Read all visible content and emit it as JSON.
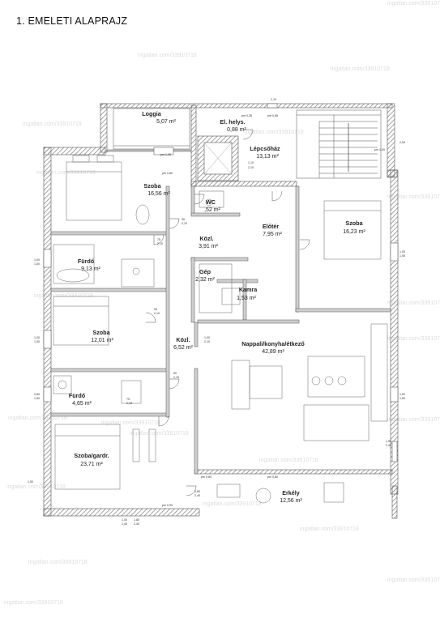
{
  "title": "1. EMELETI ALAPRAJZ",
  "watermark": "ingatlan.com/33910718",
  "colors": {
    "wall": "#8c8c8c",
    "line": "#555555",
    "text": "#222222",
    "watermark": "#dcdcdc"
  },
  "rooms": [
    {
      "id": "loggia",
      "name": "Loggia",
      "area": "5,07 m²"
    },
    {
      "id": "elhelys",
      "name": "El. helys.",
      "area": "0,88 m²"
    },
    {
      "id": "lepcsohaz",
      "name": "Lépcsőház",
      "area": "13,13 m²"
    },
    {
      "id": "szoba-nw",
      "name": "Szoba",
      "area": "16,56 m²"
    },
    {
      "id": "wc",
      "name": "WC",
      "area": ",52 m²"
    },
    {
      "id": "eloter",
      "name": "Előtér",
      "area": "7,95 m²"
    },
    {
      "id": "szoba-ne",
      "name": "Szoba",
      "area": "16,23 m²"
    },
    {
      "id": "kozl-1",
      "name": "Közl.",
      "area": "3,91 m²"
    },
    {
      "id": "furdo-1",
      "name": "Fürdő",
      "area": "9,13 m²"
    },
    {
      "id": "gep",
      "name": "Gép",
      "area": "2,32 m²"
    },
    {
      "id": "kamra",
      "name": "Kamra",
      "area": "1,53 m²"
    },
    {
      "id": "szoba-w",
      "name": "Szoba",
      "area": "12,01 m²"
    },
    {
      "id": "kozl-2",
      "name": "Közl.",
      "area": "6,52 m²"
    },
    {
      "id": "nappali",
      "name": "Nappali/konyha/étkező",
      "area": "42,89 m²"
    },
    {
      "id": "furdo-2",
      "name": "Fürdő",
      "area": "4,65 m²"
    },
    {
      "id": "szoba-gardr",
      "name": "Szoba/gardr.",
      "area": "23,71 m²"
    },
    {
      "id": "erkely",
      "name": "Erkély",
      "area": "12,56 m²"
    }
  ],
  "dimensions": [
    {
      "id": "d-top-1",
      "text": "2,10"
    },
    {
      "id": "d-top-2",
      "text": "pm 0,35"
    },
    {
      "id": "d-top-3",
      "text": "pm 0,85"
    },
    {
      "id": "d-mid-1",
      "text": "pm 1,36"
    },
    {
      "id": "d-mid-2",
      "text": "1,10"
    },
    {
      "id": "d-mid-3",
      "text": "2,10"
    },
    {
      "id": "d-mid-4",
      "text": "pm 0,80"
    },
    {
      "id": "d-right-1",
      "text": "2,54"
    },
    {
      "id": "d-right-2",
      "text": "pm 1,00"
    },
    {
      "id": "d-left-1",
      "text": "1,00"
    },
    {
      "id": "d-left-2",
      "text": "1,50"
    },
    {
      "id": "d-left-3",
      "text": "1,00"
    },
    {
      "id": "d-left-4",
      "text": "1,50"
    },
    {
      "id": "d-left-5",
      "text": "0,60"
    },
    {
      "id": "d-left-6",
      "text": "1,50"
    },
    {
      "id": "d-right-3",
      "text": "1,00"
    },
    {
      "id": "d-right-4",
      "text": "1,50"
    },
    {
      "id": "d-right-5",
      "text": "1,00"
    },
    {
      "id": "d-right-6",
      "text": "1,50"
    },
    {
      "id": "d-door-1",
      "text": "90"
    },
    {
      "id": "d-door-2",
      "text": "2,10"
    },
    {
      "id": "d-door-3",
      "text": "75"
    },
    {
      "id": "d-door-4",
      "text": "2,10"
    },
    {
      "id": "d-door-5",
      "text": "90"
    },
    {
      "id": "d-door-6",
      "text": "2,10"
    },
    {
      "id": "d-door-7",
      "text": "1,00"
    },
    {
      "id": "d-door-8",
      "text": "2,10"
    },
    {
      "id": "d-door-9",
      "text": "90"
    },
    {
      "id": "d-door-10",
      "text": "2,10"
    },
    {
      "id": "d-door-11",
      "text": "75"
    },
    {
      "id": "d-door-12",
      "text": "2,10"
    },
    {
      "id": "d-door-13",
      "text": "1,50"
    },
    {
      "id": "d-door-14",
      "text": "2,40"
    },
    {
      "id": "d-bal-1",
      "text": "pm 0,80"
    },
    {
      "id": "d-bal-2",
      "text": "pm 0,80"
    },
    {
      "id": "d-bal-3",
      "text": "0,80"
    },
    {
      "id": "d-bal-4",
      "text": "2,40"
    },
    {
      "id": "d-bot-1",
      "text": "pm 0,90"
    },
    {
      "id": "d-bot-2",
      "text": "1,00"
    },
    {
      "id": "d-bot-3",
      "text": "1,40"
    },
    {
      "id": "d-bot-4",
      "text": "1,80"
    },
    {
      "id": "d-bot-5",
      "text": "2,40"
    },
    {
      "id": "d-bot-6",
      "text": "1,50"
    }
  ]
}
